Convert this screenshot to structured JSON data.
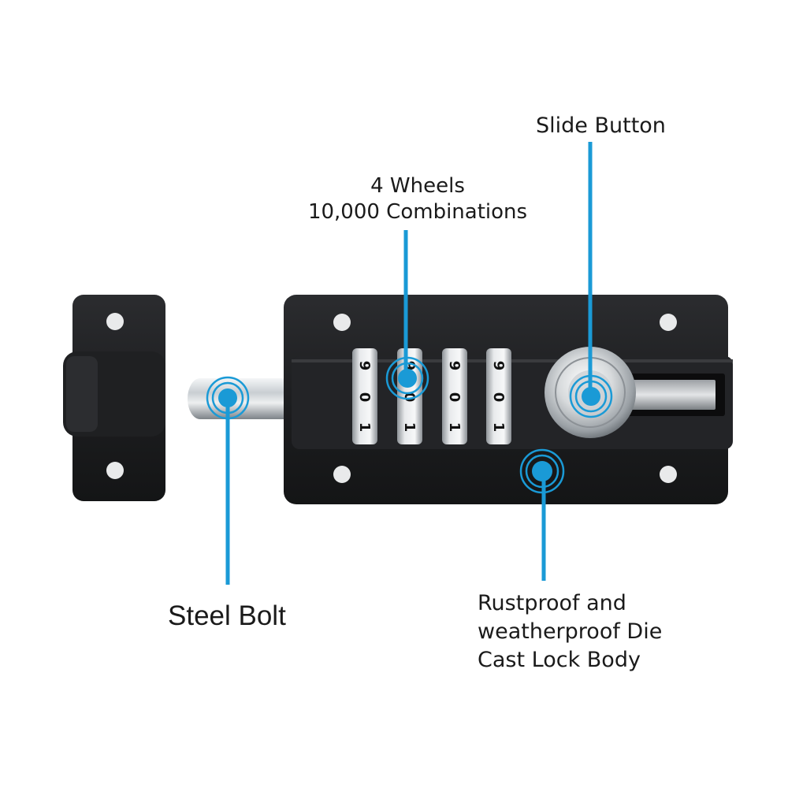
{
  "image": {
    "subject": "combination sliding bolt lock",
    "colors": {
      "background": "#ffffff",
      "accent": "#1a9ad6",
      "accent_dark": "#0f7fb8",
      "lock_body": "#1c1c1e",
      "chrome": "#cfd3d6",
      "text": "#1a1a1a"
    }
  },
  "callouts": {
    "wheels": {
      "line1": "4 Wheels",
      "line2": "10,000 Combinations"
    },
    "slide_button": {
      "text": "Slide Button"
    },
    "steel_bolt": {
      "text": "Steel Bolt"
    },
    "lock_body": {
      "line1": "Rustproof and",
      "line2": "weatherproof Die",
      "line3": "Cast Lock Body"
    }
  },
  "wheel_digits": [
    [
      "9",
      "0",
      "1"
    ],
    [
      "9",
      "0",
      "1"
    ],
    [
      "9",
      "0",
      "1"
    ],
    [
      "9",
      "0",
      "1"
    ]
  ]
}
